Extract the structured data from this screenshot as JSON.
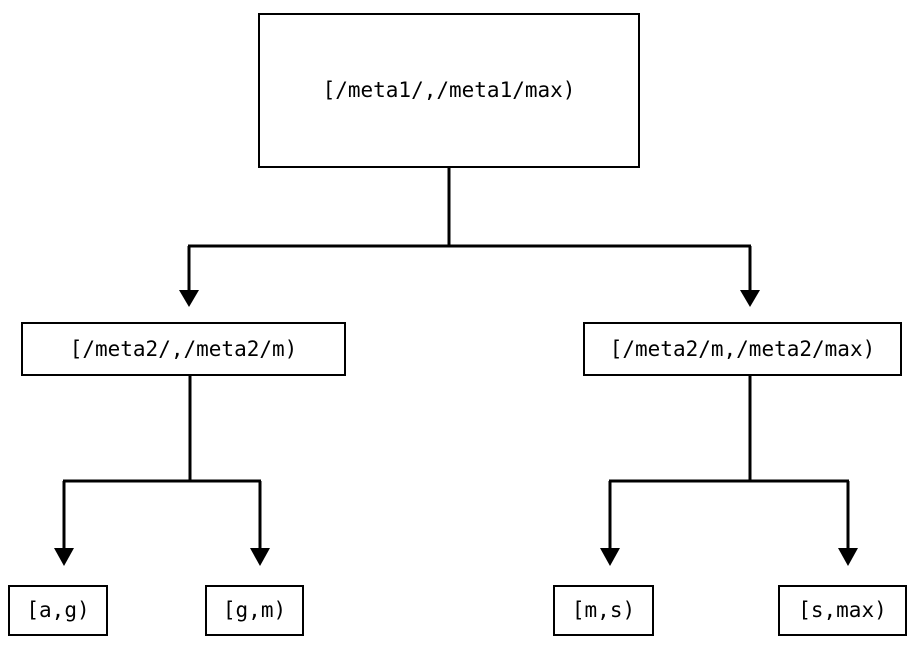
{
  "diagram": {
    "title": "interval-partition-tree",
    "colors": {
      "stroke": "#000000",
      "background": "#ffffff",
      "text": "#000000"
    },
    "nodes": {
      "root": {
        "label": "[/meta1/,/meta1/max)",
        "level": 0
      },
      "mid_left": {
        "label": "[/meta2/,/meta2/m)",
        "level": 1
      },
      "mid_right": {
        "label": "[/meta2/m,/meta2/max)",
        "level": 1
      },
      "leaf_ag": {
        "label": "[a,g)",
        "level": 2
      },
      "leaf_gm": {
        "label": "[g,m)",
        "level": 2
      },
      "leaf_ms": {
        "label": "[m,s)",
        "level": 2
      },
      "leaf_smax": {
        "label": "[s,max)",
        "level": 2
      }
    },
    "edges": [
      {
        "from": "root",
        "to": "mid_left",
        "arrowhead": "triangle-down"
      },
      {
        "from": "root",
        "to": "mid_right",
        "arrowhead": "triangle-down"
      },
      {
        "from": "mid_left",
        "to": "leaf_ag",
        "arrowhead": "triangle-down"
      },
      {
        "from": "mid_left",
        "to": "leaf_gm",
        "arrowhead": "triangle-down"
      },
      {
        "from": "mid_right",
        "to": "leaf_ms",
        "arrowhead": "triangle-down"
      },
      {
        "from": "mid_right",
        "to": "leaf_smax",
        "arrowhead": "triangle-down"
      }
    ]
  }
}
